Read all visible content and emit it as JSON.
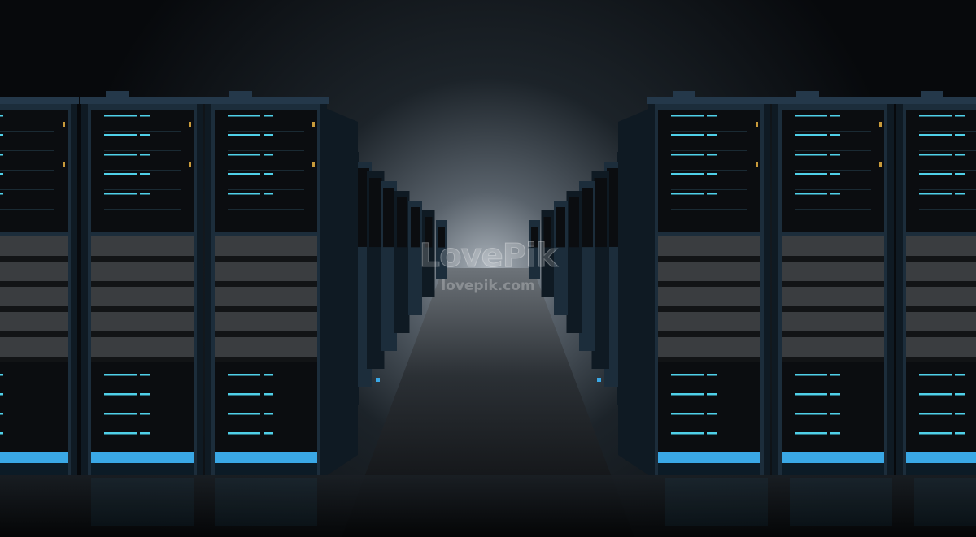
{
  "image": {
    "subject": "server room aisle",
    "colors": {
      "background_top": "#0d1217",
      "background_glow": "#9aa3ab",
      "rack_frame": "#1c2d3b",
      "rack_frame_dark": "#0f1a23",
      "rack_cap": "#24384a",
      "panel": "#0b0d10",
      "led": "#4fd0e8",
      "led_amber": "#c89a3a",
      "base_glow": "#3aa8e6",
      "drive_slot": "#3a3d40",
      "floor": "#06080b"
    }
  },
  "watermark": {
    "brand": "LovePik",
    "url": "lovepik.com"
  }
}
